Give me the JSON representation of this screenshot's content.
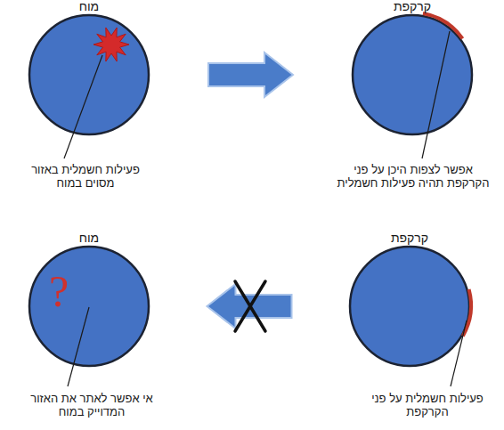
{
  "diagram": {
    "nodes": [
      {
        "text": [
          "קרקפת"
        ]
      },
      {
        "text": [
          "מוח"
        ]
      },
      {
        "text": [
          "קרקפת"
        ]
      },
      {
        "text": [
          "מוח"
        ]
      }
    ],
    "edges": [
      {
        "from": 1,
        "to": 0,
        "arrow": "to"
      },
      {
        "from": 2,
        "to": 3,
        "arrow": "to"
      }
    ],
    "labels": [
      "אפשר לצפות היכן על פני הקרקפת תהיה פעילות חשמלית",
      "פעילות חשמלית באזור מסוים במוח",
      "פעילות חשמלית על פני הקרקפת",
      "?",
      "אי אפשר לאתר את האזור המדוייק במוח"
    ]
  }
}
